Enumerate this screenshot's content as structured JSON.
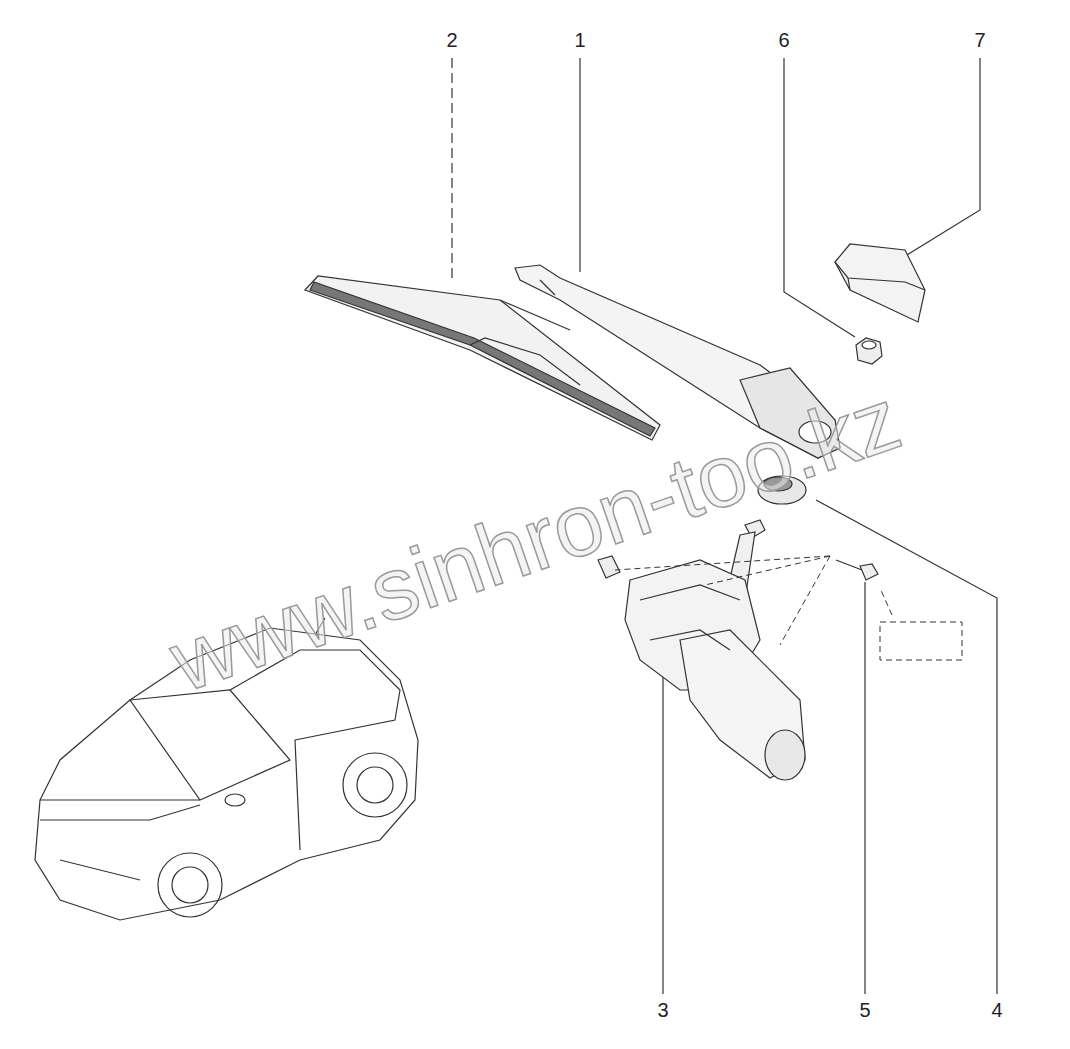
{
  "diagram": {
    "labels": [
      "2",
      "1",
      "6",
      "7",
      "3",
      "5",
      "4",
      "www.sinhron-too.kz"
    ]
  }
}
